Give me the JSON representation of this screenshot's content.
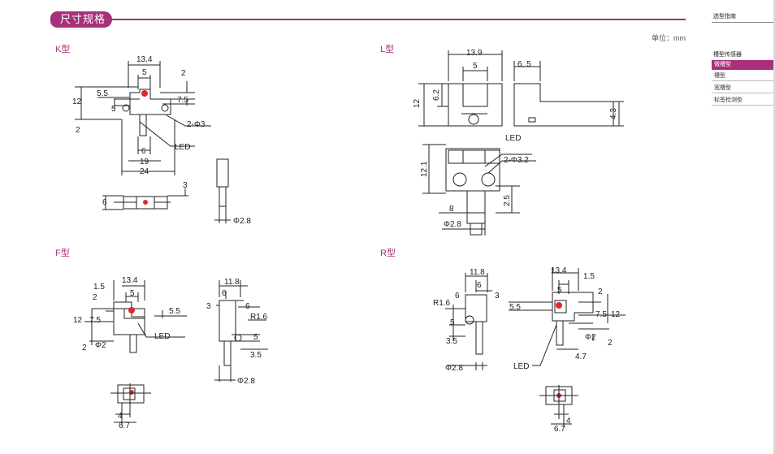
{
  "header": {
    "title": "尺寸规格",
    "unit_label": "单位：mm"
  },
  "sidebar": {
    "title": "选型指南",
    "group": "槽型传感器",
    "items": [
      {
        "label": "微槽型",
        "active": true
      },
      {
        "label": "槽型",
        "active": false
      },
      {
        "label": "宽槽型",
        "active": false
      },
      {
        "label": "标签检测型",
        "active": false
      }
    ]
  },
  "sections": {
    "k": {
      "title": "K型",
      "dims": {
        "w13_4": "13.4",
        "d5": "5",
        "d2": "2",
        "d5_5": "5.5",
        "d12": "12",
        "d7_5": "7.5",
        "d5b": "5",
        "hole": "2-Φ3",
        "d2b": "2",
        "led": "LED",
        "d6": "6",
        "d19": "19",
        "d24": "24",
        "d3": "3",
        "d6b": "6",
        "phi": "Φ2.8"
      }
    },
    "l": {
      "title": "L型",
      "dims": {
        "w13_9": "13.9",
        "d5": "5",
        "d6_5": "6. 5",
        "d12": "12",
        "d6_2": "6.2",
        "d4_3": "4.3",
        "led": "LED",
        "hole": "2-Φ3.2",
        "d12_1": "12.1",
        "d2_5": "2.5",
        "d8": "8",
        "phi": "Φ2.8"
      }
    },
    "f": {
      "title": "F型",
      "dims": {
        "d1_5": "1.5",
        "w13_4": "13.4",
        "d2": "2",
        "d5": "5",
        "d5_5": "5.5",
        "d12": "12",
        "d7_5": "7.5",
        "led": "LED",
        "d2b": "2",
        "phi2": "Φ2",
        "d11_8": "11.8",
        "d6": "6",
        "d6b": "6",
        "d3": "3",
        "r": "R1.6",
        "d5b": "5",
        "d3_5": "3.5",
        "phi": "Φ2.8",
        "d4": "4",
        "d6_7": "6.7"
      }
    },
    "r": {
      "title": "R型",
      "dims": {
        "d11_8": "11.8",
        "d6": "6",
        "d6b": "6",
        "d3": "3",
        "r": "R1.6",
        "d5": "5",
        "d3_5": "3.5",
        "phi": "Φ2.8",
        "w13_4": "13.4",
        "d1_5": "1.5",
        "d5b": "5",
        "d2": "2",
        "d5_5": "5.5",
        "d7_5": "7.5",
        "d12": "12",
        "phi2": "Φ2",
        "d2b": "2",
        "d4_7": "4.7",
        "led": "LED",
        "d4": "4",
        "d6_7": "6.7"
      }
    }
  },
  "colors": {
    "accent": "#a8307a",
    "line": "#222222",
    "led": "#e0282a"
  }
}
